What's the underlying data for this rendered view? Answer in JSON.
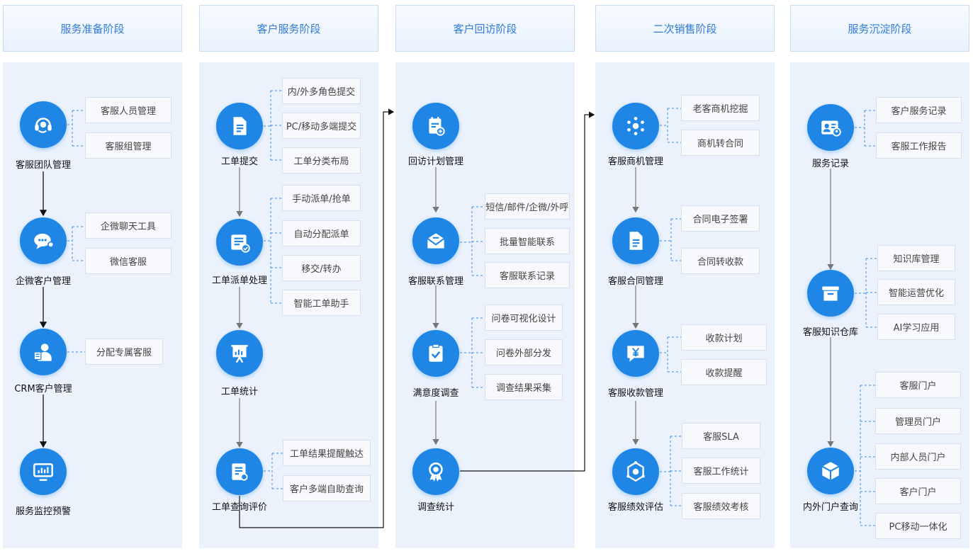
{
  "stages": [
    {
      "title": "服务准备阶段"
    },
    {
      "title": "客户服务阶段"
    },
    {
      "title": "客户回访阶段"
    },
    {
      "title": "二次销售阶段"
    },
    {
      "title": "服务沉淀阶段"
    }
  ],
  "nodes": {
    "s1n1": "客服团队管理",
    "s1n2": "企微客户管理",
    "s1n3": "CRM客户管理",
    "s1n4": "服务监控预警",
    "s2n1": "工单提交",
    "s2n2": "工单派单处理",
    "s2n3": "工单统计",
    "s2n4": "工单查询评价",
    "s3n1": "回访计划管理",
    "s3n2": "客服联系管理",
    "s3n3": "满意度调查",
    "s3n4": "调查统计",
    "s4n1": "客服商机管理",
    "s4n2": "客服合同管理",
    "s4n3": "客服收款管理",
    "s4n4": "客服绩效评估",
    "s5n1": "服务记录",
    "s5n2": "客服知识仓库",
    "s5n3": "内外门户查询"
  },
  "items": {
    "a1": "客服人员管理",
    "a2": "客服组管理",
    "a3": "企微聊天工具",
    "a4": "微信客服",
    "a5": "分配专属客服",
    "b1": "内/外多角色提交",
    "b2": "PC/移动多端提交",
    "b3": "工单分类布局",
    "b4": "手动派单/抢单",
    "b5": "自动分配派单",
    "b6": "移交/转办",
    "b7": "智能工单助手",
    "b8": "工单结果提醒触达",
    "b9": "客户多端自助查询",
    "c1": "短信/邮件/企微/外呼",
    "c2": "批量智能联系",
    "c3": "客服联系记录",
    "c4": "问卷可视化设计",
    "c5": "问卷外部分发",
    "c6": "调查结果采集",
    "d1": "老客商机挖掘",
    "d2": "商机转合同",
    "d3": "合同电子签署",
    "d4": "合同转收款",
    "d5": "收款计划",
    "d6": "收款提醒",
    "d7": "客服SLA",
    "d8": "客服工作统计",
    "d9": "客服绩效考核",
    "e1": "客户服务记录",
    "e2": "客服工作报告",
    "e3": "知识库管理",
    "e4": "智能运营优化",
    "e5": "AI学习应用",
    "e6": "客服门户",
    "e7": "管理员门户",
    "e8": "内部人员门户",
    "e9": "客户门户",
    "e10": "PC移动一体化"
  },
  "colors": {
    "accent": "#1f86e5",
    "header_text": "#2f7bd9",
    "panel": "#ebf2fc"
  }
}
